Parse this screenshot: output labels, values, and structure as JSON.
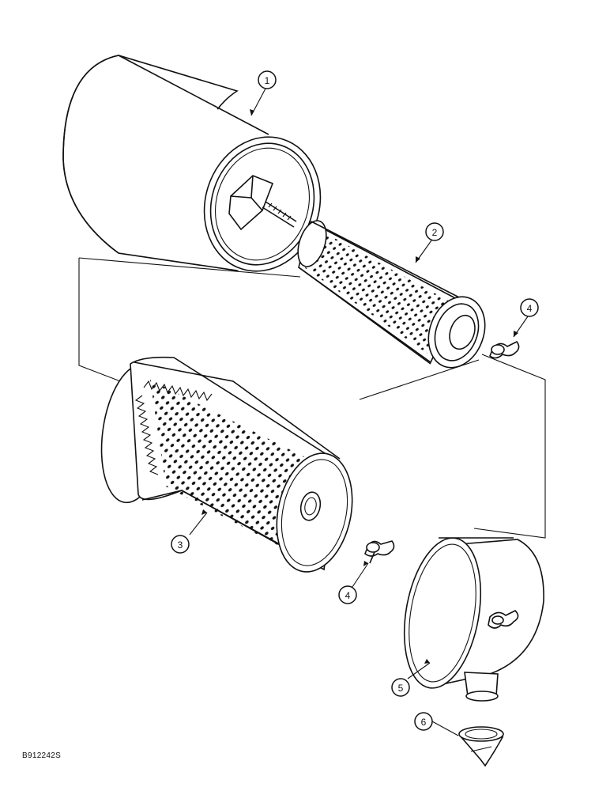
{
  "figure": {
    "reference_code": "B912242S"
  },
  "callouts": [
    {
      "id": "1",
      "label": "1"
    },
    {
      "id": "2",
      "label": "2"
    },
    {
      "id": "3",
      "label": "3"
    },
    {
      "id": "4a",
      "label": "4"
    },
    {
      "id": "4b",
      "label": "4"
    },
    {
      "id": "5",
      "label": "5"
    },
    {
      "id": "6",
      "label": "6"
    }
  ]
}
